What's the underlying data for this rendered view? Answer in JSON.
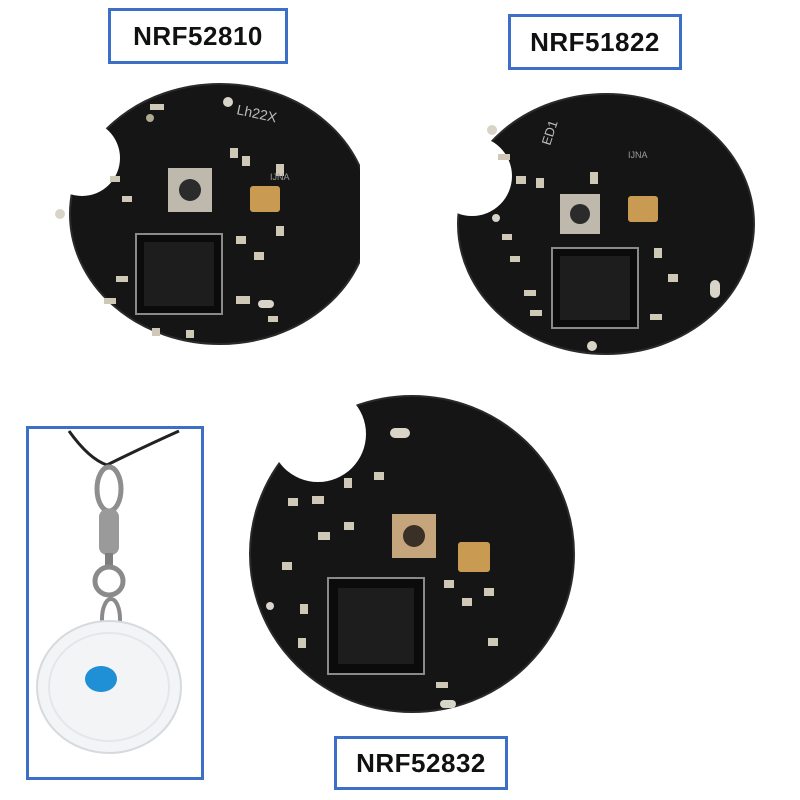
{
  "labels": {
    "nrf52810": "NRF52810",
    "nrf51822": "NRF51822",
    "nrf52832": "NRF52832"
  },
  "board_markings": {
    "a": "Lh22X",
    "b": "IJNA",
    "c": "ED1",
    "d": "IJNA"
  },
  "colors": {
    "label_border": "#3d6fc9",
    "pcb": "#141414",
    "pad": "#c9c2b0",
    "button": "#c4a57c",
    "crystal": "#c99b52",
    "tag_body": "#f3f4f6",
    "tag_dot": "#1f8fd6"
  }
}
